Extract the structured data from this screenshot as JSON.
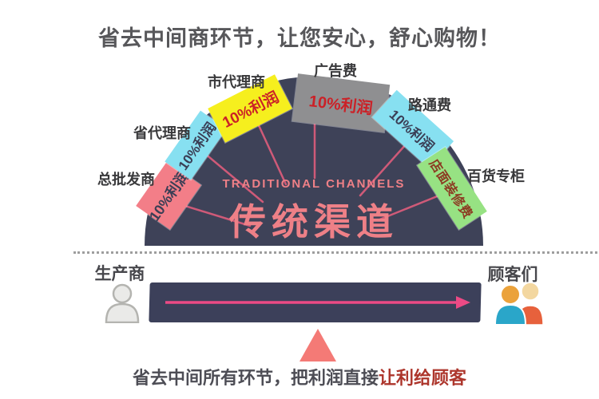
{
  "title": "省去中间商环节，让您安心，舒心购物！",
  "dome": {
    "subtitle_en": "TRADITIONAL CHANNELS",
    "title_zh": "传统渠道",
    "color": "#3e4258",
    "text_color": "#ee8087"
  },
  "channels": [
    {
      "label": "总批发商",
      "cost": "10%利润",
      "color": "#f37e88"
    },
    {
      "label": "省代理商",
      "cost": "10%利润",
      "color": "#87e0f1"
    },
    {
      "label": "市代理商",
      "cost": "10%利润",
      "color": "#f6ef1e"
    },
    {
      "label": "广告费",
      "cost": "10%利润",
      "color": "#8f8f91"
    },
    {
      "label": "路通费",
      "cost": "10%利润",
      "color": "#87e0f1"
    },
    {
      "label": "百货专柜",
      "cost": "店面装修费",
      "color": "#97e283"
    }
  ],
  "flow": {
    "producer_label": "生产商",
    "customers_label": "顾客们",
    "bar_color": "#3c405a",
    "arrow_color": "#ec4a85"
  },
  "footer": {
    "text": "省去中间所有环节，把利润直接",
    "highlight": "让利给顾客",
    "highlight_color": "#ad362c"
  }
}
